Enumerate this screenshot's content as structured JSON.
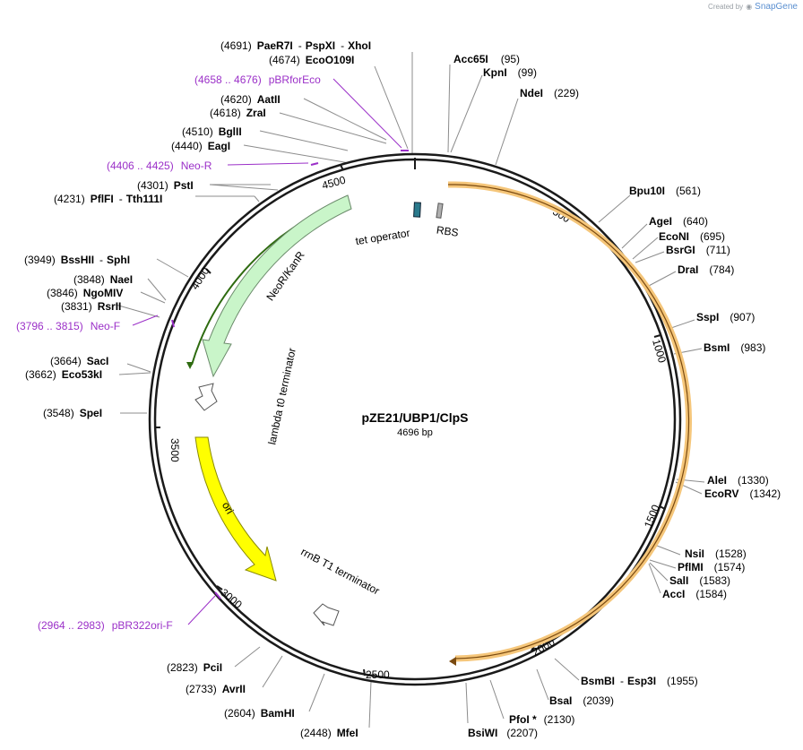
{
  "brand": {
    "created_by": "Created by",
    "name": "SnapGene"
  },
  "plasmid": {
    "name": "pZE21/UBP1/ClpS",
    "size_label": "4696 bp",
    "length": 4696
  },
  "ticks": [
    "500",
    "1000",
    "1500",
    "2000",
    "2500",
    "3000",
    "3500",
    "4000",
    "4500"
  ],
  "sites": [
    {
      "pos": "(4691)",
      "names": [
        "PaeR7I",
        "PspXI",
        "XhoI"
      ]
    },
    {
      "pos": "(4674)",
      "names": [
        "EcoO109I"
      ]
    },
    {
      "pos": "(4620)",
      "names": [
        "AatII"
      ]
    },
    {
      "pos": "(4618)",
      "names": [
        "ZraI"
      ]
    },
    {
      "pos": "(4510)",
      "names": [
        "BglII"
      ]
    },
    {
      "pos": "(4440)",
      "names": [
        "EagI"
      ]
    },
    {
      "pos": "(4301)",
      "names": [
        "PstI"
      ]
    },
    {
      "pos": "(4231)",
      "names": [
        "PflFI",
        "Tth111I"
      ]
    },
    {
      "pos": "(3949)",
      "names": [
        "BssHII",
        "SphI"
      ]
    },
    {
      "pos": "(3848)",
      "names": [
        "NaeI"
      ]
    },
    {
      "pos": "(3846)",
      "names": [
        "NgoMIV"
      ]
    },
    {
      "pos": "(3831)",
      "names": [
        "RsrII"
      ]
    },
    {
      "pos": "(3664)",
      "names": [
        "SacI"
      ]
    },
    {
      "pos": "(3662)",
      "names": [
        "Eco53kI"
      ]
    },
    {
      "pos": "(3548)",
      "names": [
        "SpeI"
      ]
    },
    {
      "pos": "(2823)",
      "names": [
        "PciI"
      ]
    },
    {
      "pos": "(2733)",
      "names": [
        "AvrII"
      ]
    },
    {
      "pos": "(2604)",
      "names": [
        "BamHI"
      ]
    },
    {
      "pos": "(2448)",
      "names": [
        "MfeI"
      ]
    },
    {
      "pos": "(95)",
      "names": [
        "Acc65I"
      ]
    },
    {
      "pos": "(99)",
      "names": [
        "KpnI"
      ]
    },
    {
      "pos": "(229)",
      "names": [
        "NdeI"
      ]
    },
    {
      "pos": "(561)",
      "names": [
        "Bpu10I"
      ]
    },
    {
      "pos": "(640)",
      "names": [
        "AgeI"
      ]
    },
    {
      "pos": "(695)",
      "names": [
        "EcoNI"
      ]
    },
    {
      "pos": "(711)",
      "names": [
        "BsrGI"
      ]
    },
    {
      "pos": "(784)",
      "names": [
        "DraI"
      ]
    },
    {
      "pos": "(907)",
      "names": [
        "SspI"
      ]
    },
    {
      "pos": "(983)",
      "names": [
        "BsmI"
      ]
    },
    {
      "pos": "(1330)",
      "names": [
        "AleI"
      ]
    },
    {
      "pos": "(1342)",
      "names": [
        "EcoRV"
      ]
    },
    {
      "pos": "(1528)",
      "names": [
        "NsiI"
      ]
    },
    {
      "pos": "(1574)",
      "names": [
        "PflMI"
      ]
    },
    {
      "pos": "(1583)",
      "names": [
        "SalI"
      ]
    },
    {
      "pos": "(1584)",
      "names": [
        "AccI"
      ]
    },
    {
      "pos": "(1955)",
      "names": [
        "BsmBI",
        "Esp3I"
      ]
    },
    {
      "pos": "(2039)",
      "names": [
        "BsaI"
      ]
    },
    {
      "pos": "(2130)",
      "names": [
        "PfoI *"
      ]
    },
    {
      "pos": "(2207)",
      "names": [
        "BsiWI"
      ]
    }
  ],
  "primers": [
    {
      "range": "(4658 .. 4676)",
      "name": "pBRforEco"
    },
    {
      "range": "(4406 .. 4425)",
      "name": "Neo-R"
    },
    {
      "range": "(3796 .. 3815)",
      "name": "Neo-F"
    },
    {
      "range": "(2964 .. 2983)",
      "name": "pBR322ori-F"
    }
  ],
  "features": {
    "tet_operator": "tet operator",
    "rbs": "RBS",
    "neo": "NeoR/KanR",
    "lambda": "lambda t0 terminator",
    "ori": "ori",
    "rrnb": "rrnB T1 terminator"
  },
  "colors": {
    "ring": "#1a1a1a",
    "orf": "#f5c67a",
    "orf_line": "#7a4a10",
    "neo": "#c9f5c9",
    "neo_line": "#2e6b10",
    "ori": "#ffff00",
    "tet_operator": "#2a7a8c",
    "rbs": "#b0b0b0",
    "primer": "#9b30c8"
  }
}
